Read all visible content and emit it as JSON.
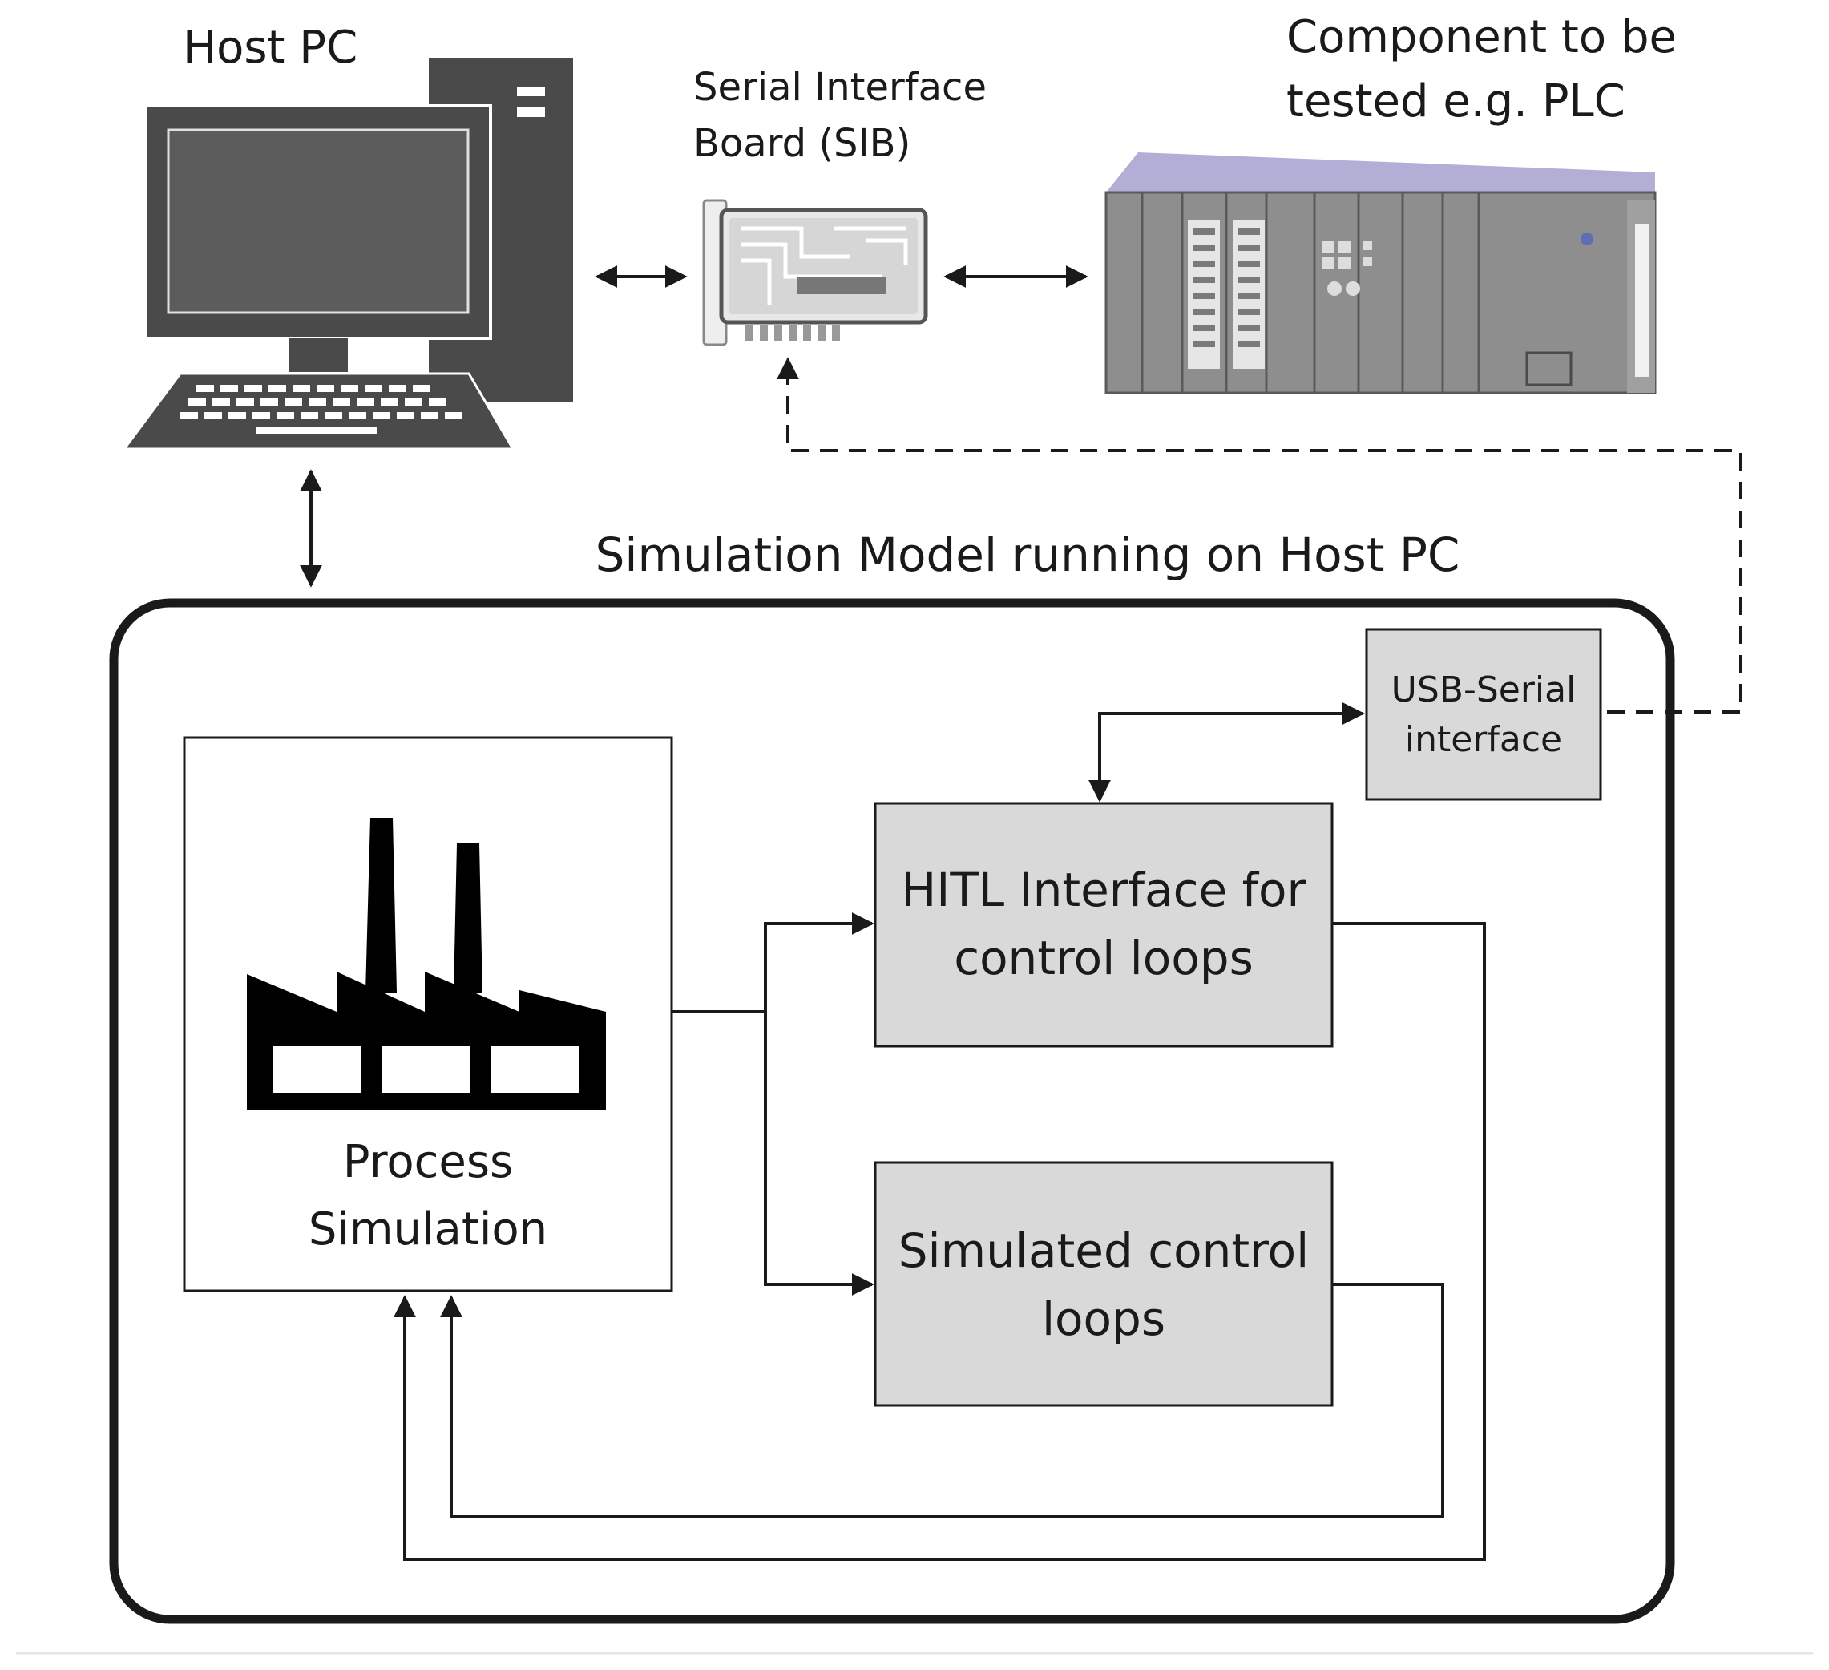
{
  "labels": {
    "host_pc": "Host PC",
    "sib_line1": "Serial Interface",
    "sib_line2": "Board (SIB)",
    "component_line1": "Component to be",
    "component_line2": "tested e.g. PLC",
    "sim_model_title": "Simulation Model running on Host PC",
    "usb_line1": "USB-Serial",
    "usb_line2": "interface",
    "hitl_line1": "HITL Interface for",
    "hitl_line2": "control loops",
    "process_line1": "Process",
    "process_line2": "Simulation",
    "simulated_line1": "Simulated control",
    "simulated_line2": "loops"
  },
  "icons": {
    "computer": "desktop-computer-icon",
    "board": "circuit-board-icon",
    "plc": "plc-rack-icon",
    "factory": "factory-icon"
  },
  "colors": {
    "stroke": "#1a1a1a",
    "box_fill": "#d9d9d9",
    "monitor_body": "#4a4a4a",
    "monitor_screen": "#5c5c5c",
    "plc_body": "#8e8e8e",
    "plc_top": "#b3aed6"
  }
}
